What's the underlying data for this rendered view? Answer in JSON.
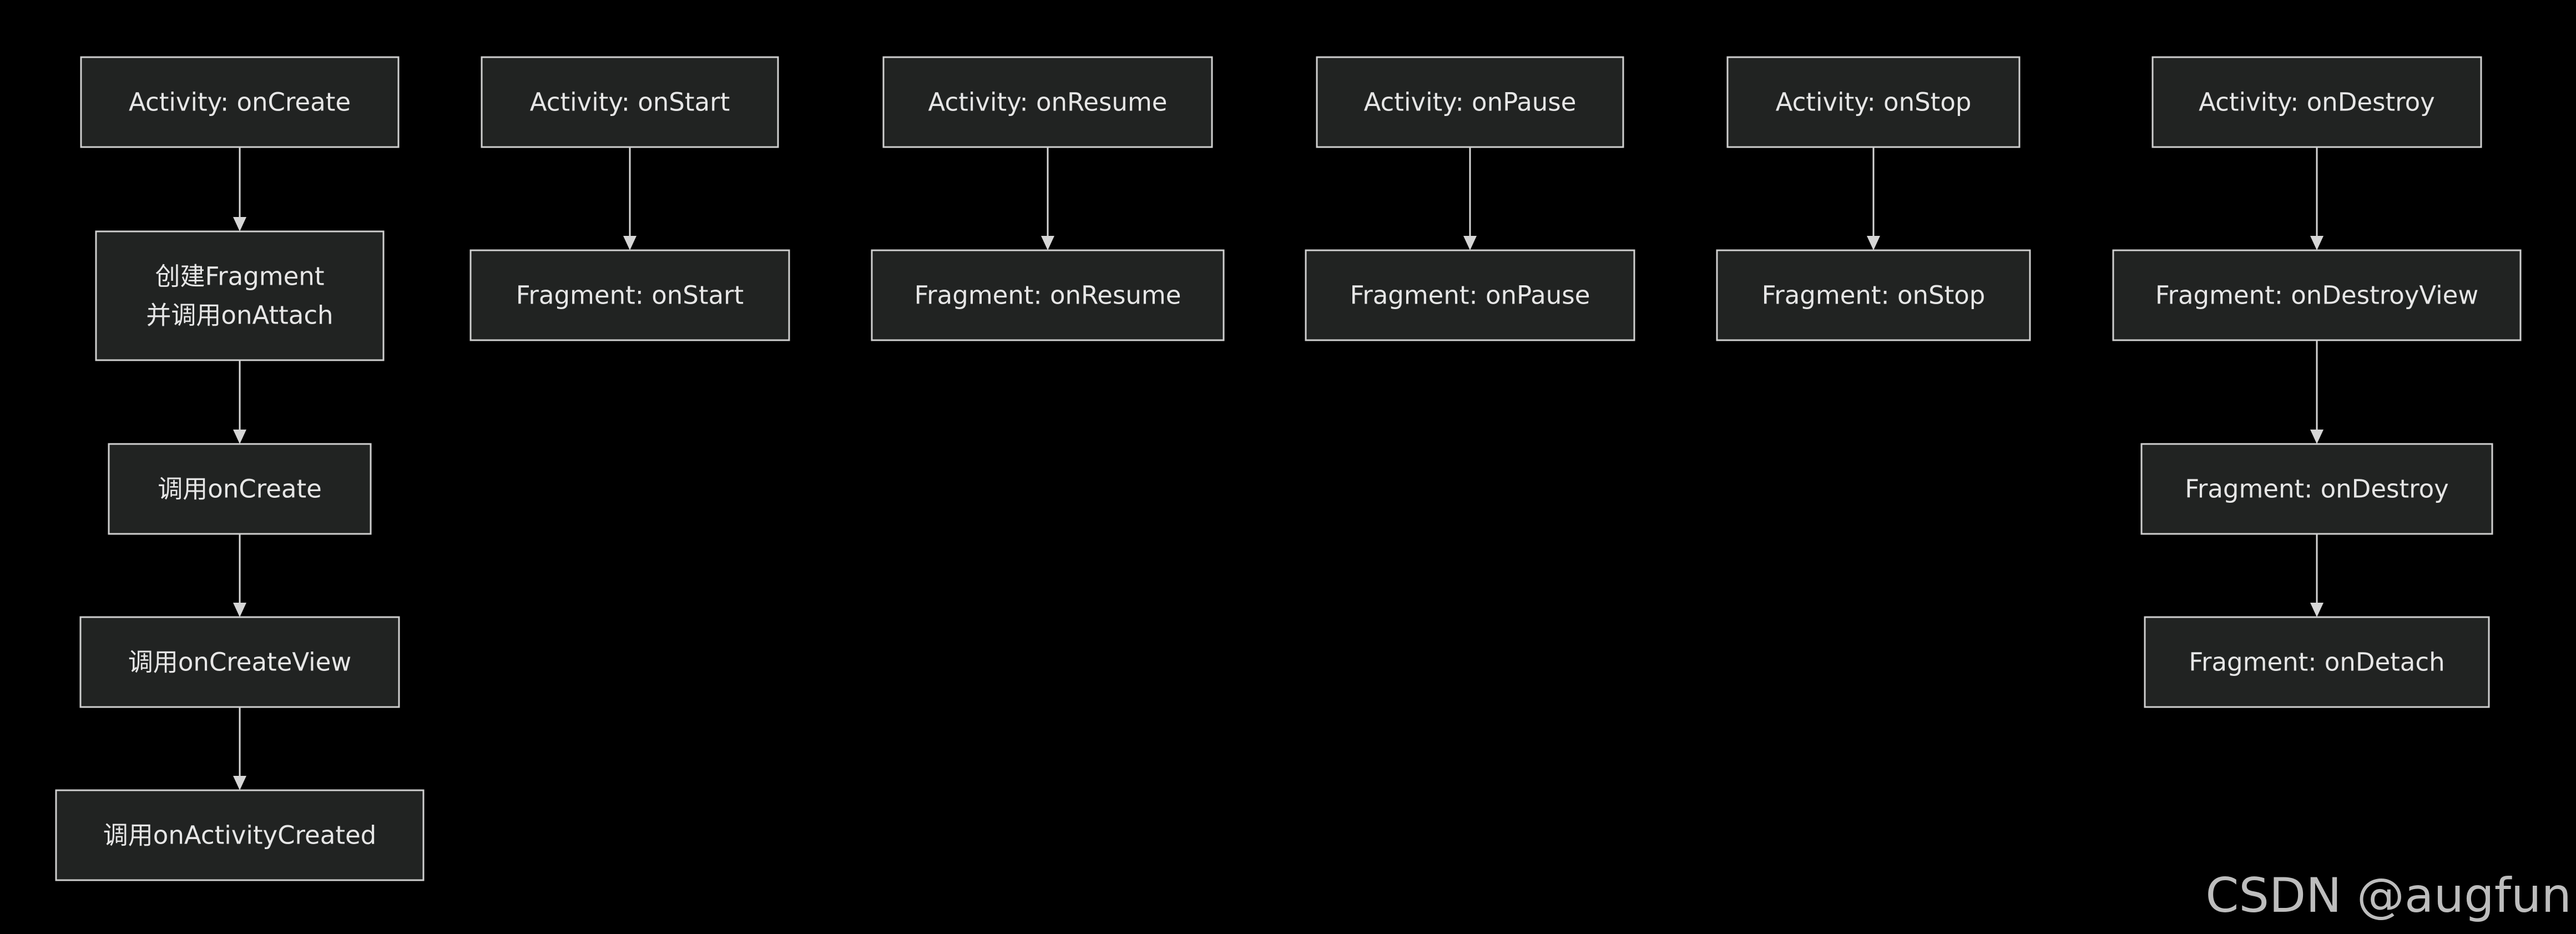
{
  "nodes": {
    "act_create": [
      "Activity: onCreate"
    ],
    "frag_attach": [
      "创建Fragment",
      "并调用onAttach"
    ],
    "frag_create": [
      "调用onCreate"
    ],
    "frag_create_view": [
      "调用onCreateView"
    ],
    "frag_activity_created": [
      "调用onActivityCreated"
    ],
    "act_start": [
      "Activity: onStart"
    ],
    "frag_start": [
      "Fragment: onStart"
    ],
    "act_resume": [
      "Activity: onResume"
    ],
    "frag_resume": [
      "Fragment: onResume"
    ],
    "act_pause": [
      "Activity: onPause"
    ],
    "frag_pause": [
      "Fragment: onPause"
    ],
    "act_stop": [
      "Activity: onStop"
    ],
    "frag_stop": [
      "Fragment: onStop"
    ],
    "act_destroy": [
      "Activity: onDestroy"
    ],
    "frag_destroy_view": [
      "Fragment: onDestroyView"
    ],
    "frag_destroy": [
      "Fragment: onDestroy"
    ],
    "frag_detach": [
      "Fragment: onDetach"
    ]
  },
  "edges": [
    [
      "act_create",
      "frag_attach"
    ],
    [
      "frag_attach",
      "frag_create"
    ],
    [
      "frag_create",
      "frag_create_view"
    ],
    [
      "frag_create_view",
      "frag_activity_created"
    ],
    [
      "act_start",
      "frag_start"
    ],
    [
      "act_resume",
      "frag_resume"
    ],
    [
      "act_pause",
      "frag_pause"
    ],
    [
      "act_stop",
      "frag_stop"
    ],
    [
      "act_destroy",
      "frag_destroy_view"
    ],
    [
      "frag_destroy_view",
      "frag_destroy"
    ],
    [
      "frag_destroy",
      "frag_detach"
    ]
  ],
  "colors": {
    "background": "#000000",
    "node_fill": "#212322",
    "node_border": "#cfcfcf",
    "node_text": "#e6e6e6",
    "edge": "#d6d6d6",
    "watermark": "#bdbdbd"
  },
  "watermark": "CSDN @augfun"
}
